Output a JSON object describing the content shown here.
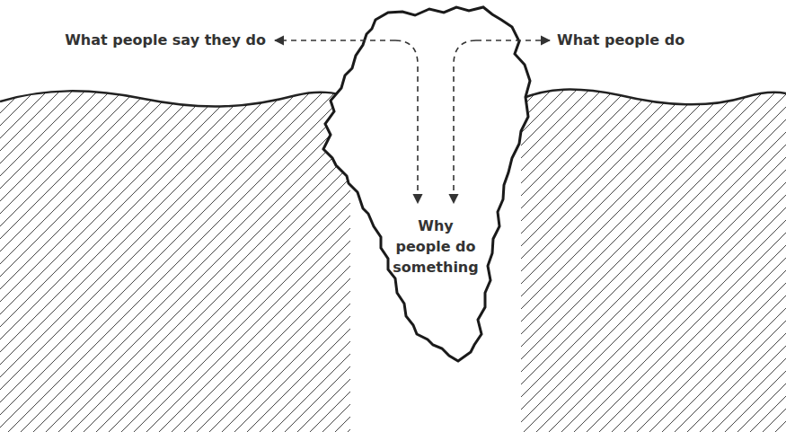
{
  "diagram": {
    "nodes": [
      {
        "text": [
          "Why people do something"
        ]
      }
    ],
    "labels": [
      "What people say they do",
      "What people do"
    ]
  }
}
